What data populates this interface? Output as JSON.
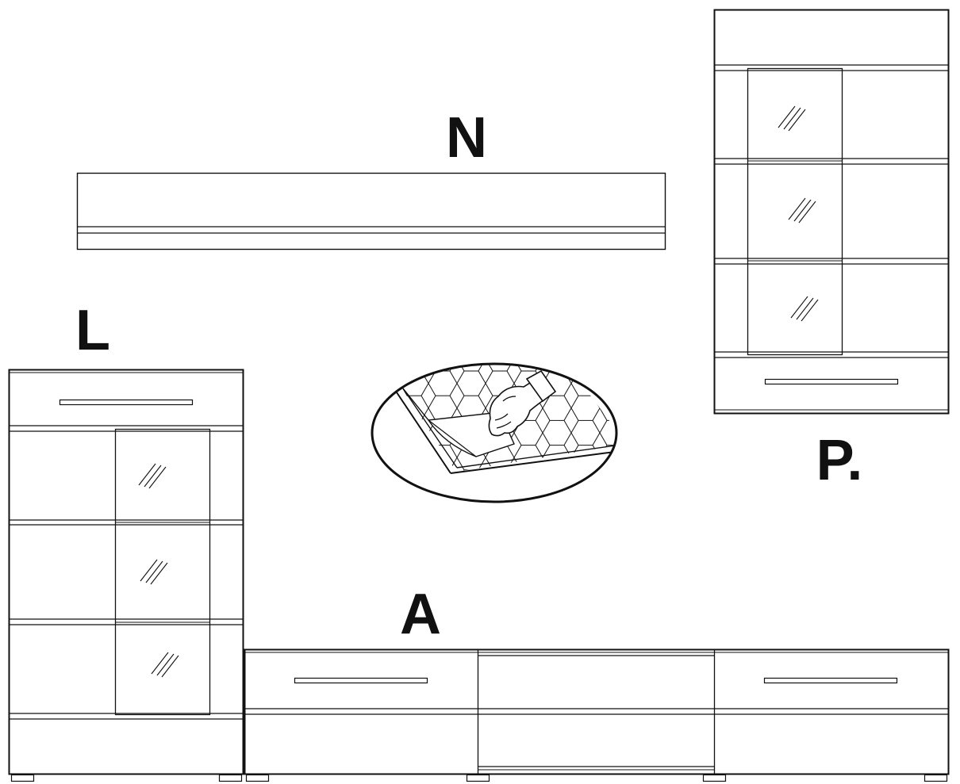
{
  "labels": {
    "wall_shelf": "N",
    "tall_cabinet": "L",
    "wall_cabinet": "P.",
    "tv_unit": "A"
  },
  "colors": {
    "stroke": "#111111",
    "background": "#ffffff"
  },
  "icons": {
    "detail": "hand-peeling-protective-film-icon",
    "glass": "glass-hatch-icon"
  }
}
